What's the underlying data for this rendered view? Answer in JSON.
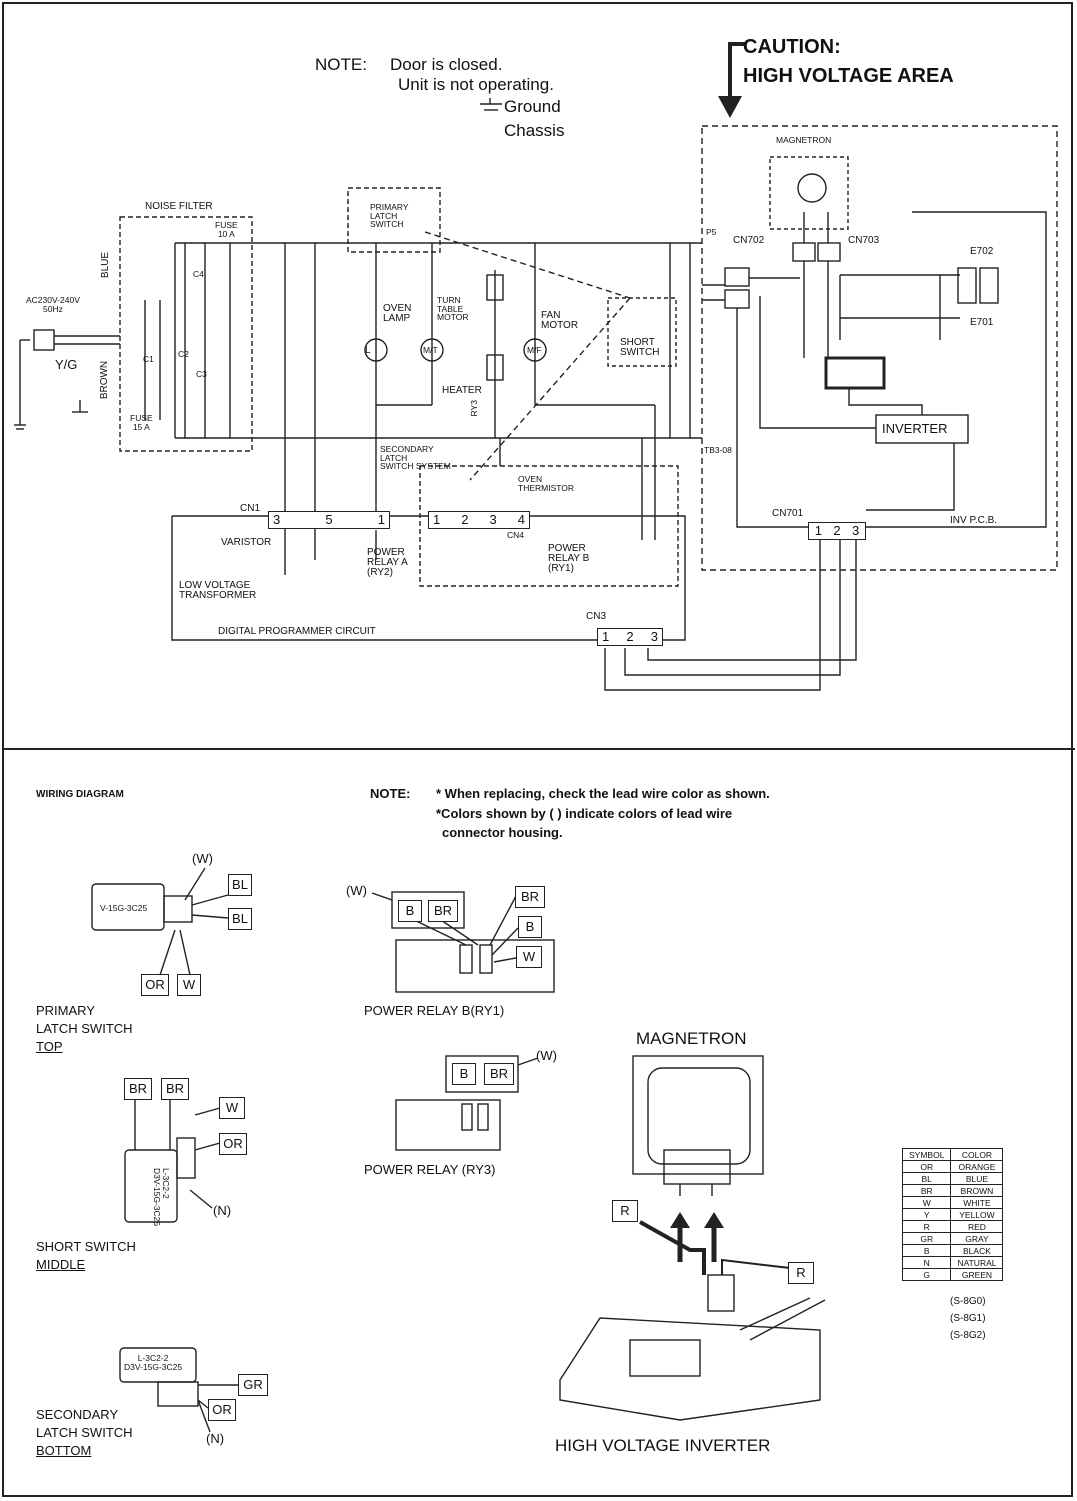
{
  "schematic": {
    "note_prefix": "NOTE:",
    "note_line1": "Door is closed.",
    "note_line2": "Unit is not operating.",
    "ground_label": "Ground",
    "chassis_label": "Chassis",
    "caution_line1": "CAUTION:",
    "caution_line2": "HIGH VOLTAGE AREA",
    "noise_filter": "NOISE FILTER",
    "fuse_top": "FUSE\n10 A",
    "fuse_bottom": "FUSE\n15 A",
    "ac_input": "AC230V-240V\n50Hz",
    "blue": "BLUE",
    "brown": "BROWN",
    "yg": "Y/G",
    "c1": "C1",
    "c2": "C2",
    "c3": "C3",
    "c4": "C4",
    "primary_latch": "PRIMARY\nLATCH\nSWITCH",
    "oven_lamp": "OVEN\nLAMP",
    "turntable_motor": "TURN\nTABLE\nMOTOR",
    "fan_motor": "FAN\nMOTOR",
    "heater": "HEATER",
    "ry3": "RY3",
    "short_switch": "SHORT\nSWITCH",
    "secondary_latch": "SECONDARY\nLATCH\nSWITCH SYSTEM",
    "oven_thermistor": "OVEN\nTHERMISTOR",
    "cn1": "CN1",
    "cn4": "CN4",
    "cn3": "CN3",
    "cn701": "CN701",
    "cn702": "CN702",
    "cn703": "CN703",
    "p5": "P5",
    "tb": "TB3-08",
    "magnetron": "MAGNETRON",
    "e702": "E702",
    "e701": "E701",
    "inverter": "INVERTER",
    "inv_pcb": "INV P.C.B.",
    "varistor": "VARISTOR",
    "power_relay_a": "POWER\nRELAY A\n(RY2)",
    "power_relay_b": "POWER\nRELAY B\n(RY1)",
    "low_voltage": "LOW VOLTAGE\nTRANSFORMER",
    "dpc": "DIGITAL PROGRAMMER CIRCUIT",
    "cn1_pins": [
      "3",
      "5",
      "1"
    ],
    "cn4_pins": [
      "1",
      "2",
      "3",
      "4"
    ],
    "cn3_pins": [
      "1",
      "2",
      "3"
    ],
    "cn701_pins": [
      "1",
      "2",
      "3"
    ],
    "lamp_symbol": "L",
    "tt_symbol": "M/T",
    "fan_symbol": "M/F"
  },
  "wiring": {
    "title": "WIRING DIAGRAM",
    "note_prefix": "NOTE:",
    "note_line1": "* When replacing, check the lead wire color as shown.",
    "note_line2": "*Colors shown by ( ) indicate colors of lead wire",
    "note_line3": "connector housing.",
    "primary_switch_part": "V-15G-3C25",
    "primary_caption1": "PRIMARY",
    "primary_caption2": "LATCH SWITCH",
    "primary_caption3": "TOP",
    "short_caption1": "SHORT SWITCH",
    "short_caption2": "MIDDLE",
    "short_part": "L-3C2-2\nD3V-15G-3C25",
    "secondary_part": "L-3C2-2\nD3V-15G-3C25",
    "secondary_caption1": "SECONDARY",
    "secondary_caption2": "LATCH SWITCH",
    "secondary_caption3": "BOTTOM",
    "relay_b_caption": "POWER RELAY B(RY1)",
    "relay3_caption": "POWER RELAY (RY3)",
    "magnetron_caption": "MAGNETRON",
    "inverter_caption": "HIGH VOLTAGE INVERTER",
    "tags": {
      "w_paren": "(W)",
      "n_paren": "(N)",
      "bl": "BL",
      "or": "OR",
      "w": "W",
      "br": "BR",
      "b": "B",
      "gr": "GR",
      "r": "R"
    },
    "legend_header": [
      "SYMBOL",
      "COLOR"
    ],
    "legend_rows": [
      [
        "OR",
        "ORANGE"
      ],
      [
        "BL",
        "BLUE"
      ],
      [
        "BR",
        "BROWN"
      ],
      [
        "W",
        "WHITE"
      ],
      [
        "Y",
        "YELLOW"
      ],
      [
        "R",
        "RED"
      ],
      [
        "GR",
        "GRAY"
      ],
      [
        "B",
        "BLACK"
      ],
      [
        "N",
        "NATURAL"
      ],
      [
        "G",
        "GREEN"
      ]
    ],
    "model_codes": [
      "(S-8G0)",
      "(S-8G1)",
      "(S-8G2)"
    ]
  }
}
